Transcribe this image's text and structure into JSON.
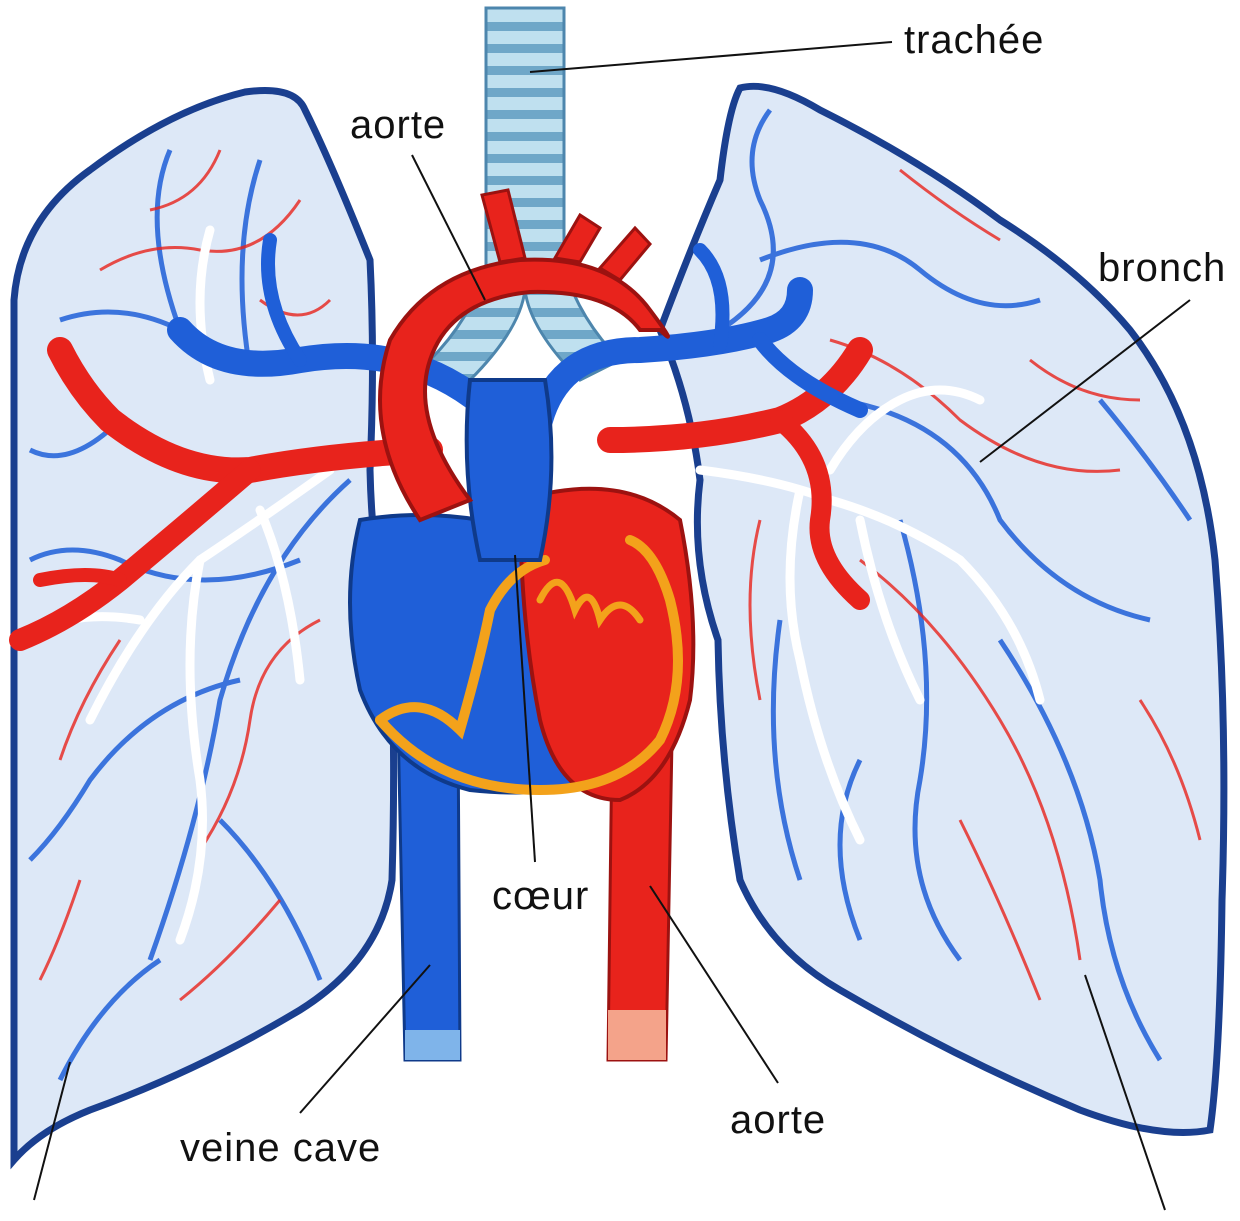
{
  "labels": {
    "trachea": "trachée",
    "aorta_top": "aorte",
    "bronchi": "bronch",
    "heart": "cœur",
    "vena_cava": "veine cave",
    "aorta_bottom": "aorte"
  },
  "colors": {
    "artery": "#e8231c",
    "vein": "#1f5fd8",
    "lung_outline": "#1a3f8f",
    "lung_fill": "#dde8f7",
    "trachea": "#9ec9e2",
    "valve": "#f3a21b",
    "bronchi_tree": "#ffffff",
    "leader_line": "#111111"
  }
}
